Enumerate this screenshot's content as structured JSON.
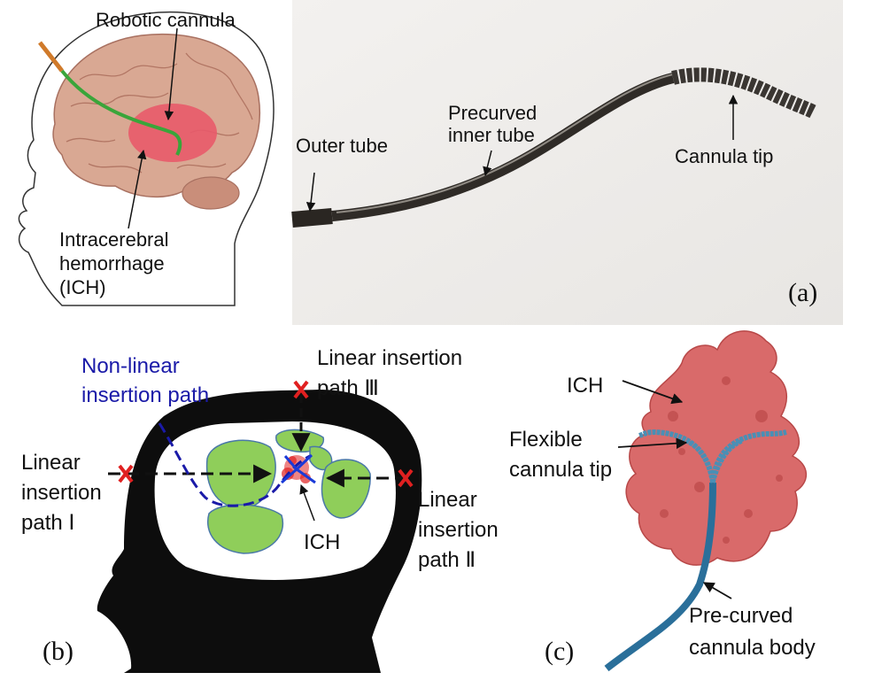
{
  "panel_a": {
    "brain_labels": {
      "cannula": "Robotic cannula",
      "ich_line1": "Intracerebral",
      "ich_line2": "hemorrhage",
      "ich_line3": "(ICH)"
    },
    "photo_labels": {
      "outer_tube": "Outer tube",
      "inner_line1": "Precurved",
      "inner_line2": "inner tube",
      "tip": "Cannula tip"
    },
    "panel_label": "(a)"
  },
  "panel_b": {
    "nonlinear_line1": "Non-linear",
    "nonlinear_line2": "insertion path",
    "path1_line1": "Linear",
    "path1_line2": "insertion",
    "path1_line3": "path Ⅰ",
    "path2_line1": "Linear",
    "path2_line2": "insertion",
    "path2_line3": "path Ⅱ",
    "path3_line1": "Linear insertion",
    "path3_line2": "path Ⅲ",
    "ich": "ICH",
    "panel_label": "(b)"
  },
  "panel_c": {
    "ich": "ICH",
    "tip_line1": "Flexible",
    "tip_line2": "cannula tip",
    "body_line1": "Pre-curved",
    "body_line2": "cannula body",
    "panel_label": "(c)"
  },
  "colors": {
    "brain_tissue": "#d9a893",
    "hemorrhage": "#e85a6a",
    "cannula_green": "#3aa53a",
    "nonlinear_path": "#1a1aa8",
    "green_regions": "#8fce5a",
    "red_marker": "#e02020",
    "ich_mesh": "#d96a6a",
    "cannula_blue": "#2a6f9a"
  }
}
